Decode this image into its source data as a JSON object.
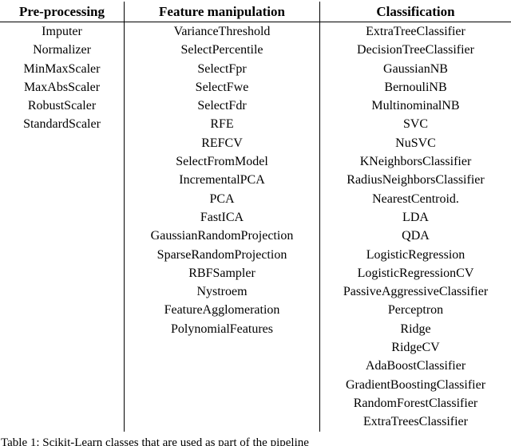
{
  "table": {
    "headers": [
      "Pre-processing",
      "Feature manipulation",
      "Classification"
    ],
    "columns": {
      "preprocessing": [
        "Imputer",
        "Normalizer",
        "MinMaxScaler",
        "MaxAbsScaler",
        "RobustScaler",
        "StandardScaler"
      ],
      "feature_manipulation": [
        "VarianceThreshold",
        "SelectPercentile",
        "SelectFpr",
        "SelectFwe",
        "SelectFdr",
        "RFE",
        "REFCV",
        "SelectFromModel",
        "IncrementalPCA",
        "PCA",
        "FastICA",
        "GaussianRandomProjection",
        "SparseRandomProjection",
        "RBFSampler",
        "Nystroem",
        "FeatureAgglomeration",
        "PolynomialFeatures"
      ],
      "classification": [
        "ExtraTreeClassifier",
        "DecisionTreeClassifier",
        "GaussianNB",
        "BernouliNB",
        "MultinominalNB",
        "SVC",
        "NuSVC",
        "KNeighborsClassifier",
        "RadiusNeighborsClassifier",
        "NearestCentroid.",
        "LDA",
        "QDA",
        "LogisticRegression",
        "LogisticRegressionCV",
        "PassiveAggressiveClassifier",
        "Perceptron",
        "Ridge",
        "RidgeCV",
        "AdaBoostClassifier",
        "GradientBoostingClassifier",
        "RandomForestClassifier",
        "ExtraTreesClassifier"
      ]
    },
    "caption": "Table 1: Scikit-Learn classes that are used as part of the pipeline"
  }
}
